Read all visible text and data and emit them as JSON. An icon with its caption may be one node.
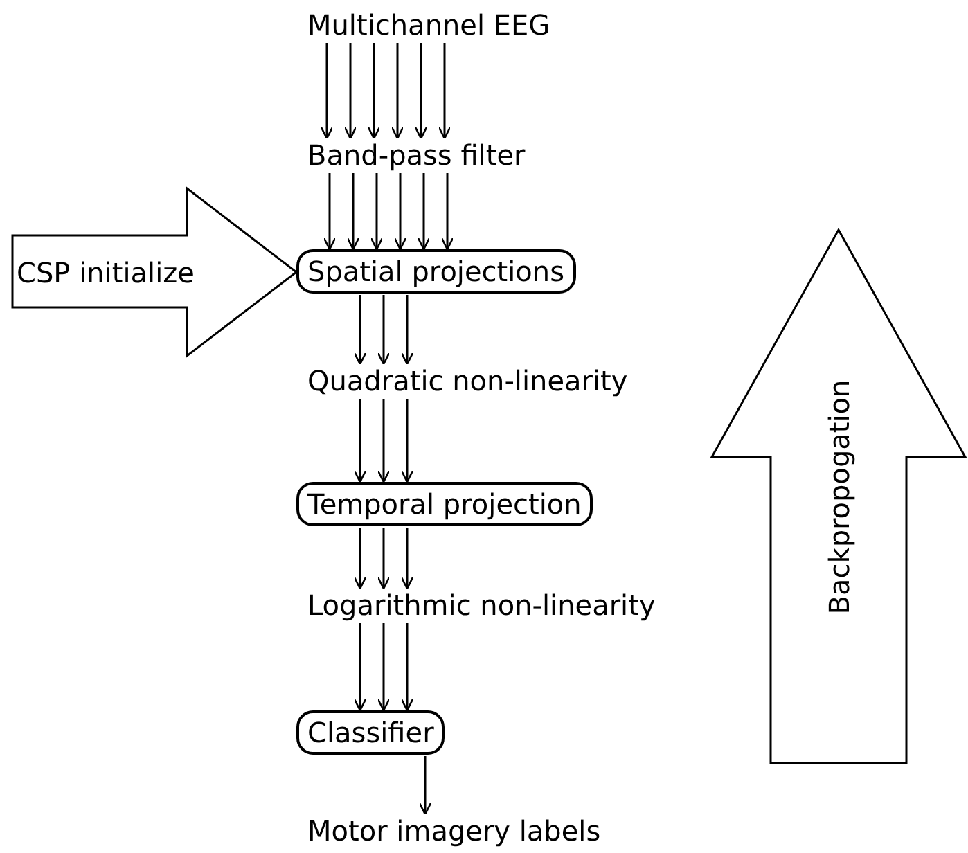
{
  "diagram": {
    "nodes": [
      {
        "text": [
          "Multichannel EEG"
        ]
      },
      {
        "text": [
          "Band-pass filter"
        ]
      },
      {
        "text": [
          "Spatial projections"
        ]
      },
      {
        "text": [
          "Quadratic non-linearity"
        ]
      },
      {
        "text": [
          "Temporal projection"
        ]
      },
      {
        "text": [
          "Logarithmic non-linearity"
        ]
      },
      {
        "text": [
          "Classifier"
        ]
      },
      {
        "text": [
          "Motor imagery labels"
        ]
      },
      {
        "text": [
          "CSP initialize"
        ]
      },
      {
        "text": [
          "Backpropogation"
        ]
      }
    ],
    "edges": [
      {
        "from": 0,
        "to": 1,
        "arrow": "to"
      },
      {
        "from": 0,
        "to": 1,
        "arrow": "to"
      },
      {
        "from": 0,
        "to": 1,
        "arrow": "to"
      },
      {
        "from": 0,
        "to": 1,
        "arrow": "to"
      },
      {
        "from": 0,
        "to": 1,
        "arrow": "to"
      },
      {
        "from": 0,
        "to": 1,
        "arrow": "to"
      },
      {
        "from": 1,
        "to": 2,
        "arrow": "to"
      },
      {
        "from": 1,
        "to": 2,
        "arrow": "to"
      },
      {
        "from": 1,
        "to": 2,
        "arrow": "to"
      },
      {
        "from": 1,
        "to": 2,
        "arrow": "to"
      },
      {
        "from": 1,
        "to": 2,
        "arrow": "to"
      },
      {
        "from": 1,
        "to": 2,
        "arrow": "to"
      },
      {
        "from": 2,
        "to": 3,
        "arrow": "to"
      },
      {
        "from": 2,
        "to": 3,
        "arrow": "to"
      },
      {
        "from": 2,
        "to": 3,
        "arrow": "to"
      },
      {
        "from": 3,
        "to": 4,
        "arrow": "to"
      },
      {
        "from": 3,
        "to": 4,
        "arrow": "to"
      },
      {
        "from": 3,
        "to": 4,
        "arrow": "to"
      },
      {
        "from": 4,
        "to": 5,
        "arrow": "to"
      },
      {
        "from": 4,
        "to": 5,
        "arrow": "to"
      },
      {
        "from": 4,
        "to": 5,
        "arrow": "to"
      },
      {
        "from": 5,
        "to": 6,
        "arrow": "to"
      },
      {
        "from": 5,
        "to": 6,
        "arrow": "to"
      },
      {
        "from": 5,
        "to": 6,
        "arrow": "to"
      },
      {
        "from": 6,
        "to": 7,
        "arrow": "to"
      }
    ]
  }
}
